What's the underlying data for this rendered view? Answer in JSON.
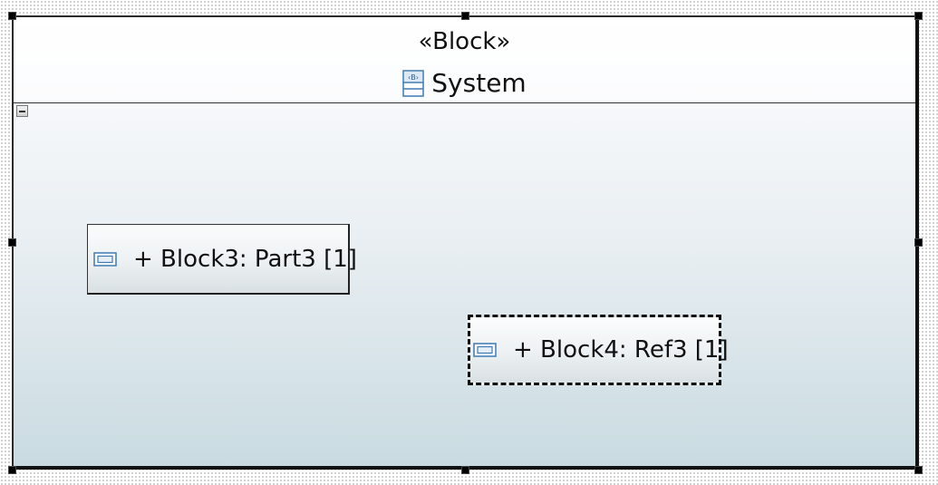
{
  "block": {
    "stereotype": "«Block»",
    "name": "System",
    "icon": "block-icon"
  },
  "parts": [
    {
      "label": "+ Block3: Part3 [1]",
      "kind": "part",
      "icon": "part-icon"
    },
    {
      "label": "+ Block4: Ref3 [1]",
      "kind": "reference",
      "icon": "part-icon"
    }
  ],
  "compartment_toggle": {
    "icon": "collapse-icon"
  },
  "colors": {
    "border": "#111111",
    "icon_blue": "#3d7ab3",
    "compartment_bottom": "#c9dbe1"
  }
}
